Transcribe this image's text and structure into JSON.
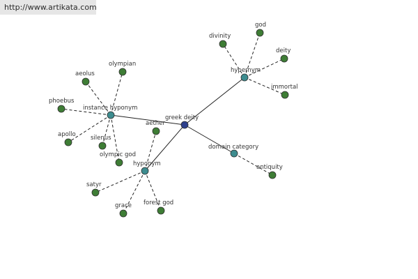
{
  "watermark": {
    "url": "http://www.artikata.com"
  },
  "colors": {
    "center": "#2d3f8c",
    "relation": "#3d8c8f",
    "leaf": "#3e7d35",
    "edge": "#222222"
  },
  "graph": {
    "nodes": [
      {
        "id": "greek-deity",
        "label": "greek deity",
        "kind": "center"
      },
      {
        "id": "hypernym",
        "label": "hypernym",
        "kind": "relation"
      },
      {
        "id": "instance-hyponym",
        "label": "instance hyponym",
        "kind": "relation"
      },
      {
        "id": "hyponym",
        "label": "hyponym",
        "kind": "relation"
      },
      {
        "id": "domain-category",
        "label": "domain category",
        "kind": "relation"
      },
      {
        "id": "divinity",
        "label": "divinity",
        "kind": "leaf"
      },
      {
        "id": "god",
        "label": "god",
        "kind": "leaf"
      },
      {
        "id": "deity",
        "label": "deity",
        "kind": "leaf"
      },
      {
        "id": "immortal",
        "label": "immortal",
        "kind": "leaf"
      },
      {
        "id": "olympian",
        "label": "olympian",
        "kind": "leaf"
      },
      {
        "id": "aeolus",
        "label": "aeolus",
        "kind": "leaf"
      },
      {
        "id": "phoebus",
        "label": "phoebus",
        "kind": "leaf"
      },
      {
        "id": "apollo",
        "label": "apollo",
        "kind": "leaf"
      },
      {
        "id": "silenus",
        "label": "silenus",
        "kind": "leaf"
      },
      {
        "id": "olympic-god",
        "label": "olympic god",
        "kind": "leaf"
      },
      {
        "id": "aether",
        "label": "aether",
        "kind": "leaf"
      },
      {
        "id": "satyr",
        "label": "satyr",
        "kind": "leaf"
      },
      {
        "id": "grace",
        "label": "grace",
        "kind": "leaf"
      },
      {
        "id": "forest-god",
        "label": "forest god",
        "kind": "leaf"
      },
      {
        "id": "antiquity",
        "label": "antiquity",
        "kind": "leaf"
      }
    ],
    "edges": [
      {
        "from": "greek-deity",
        "to": "hypernym",
        "style": "solid"
      },
      {
        "from": "greek-deity",
        "to": "instance-hyponym",
        "style": "solid"
      },
      {
        "from": "greek-deity",
        "to": "hyponym",
        "style": "solid"
      },
      {
        "from": "greek-deity",
        "to": "domain-category",
        "style": "solid"
      },
      {
        "from": "hypernym",
        "to": "divinity",
        "style": "dashed"
      },
      {
        "from": "hypernym",
        "to": "god",
        "style": "dashed"
      },
      {
        "from": "hypernym",
        "to": "deity",
        "style": "dashed"
      },
      {
        "from": "hypernym",
        "to": "immortal",
        "style": "dashed"
      },
      {
        "from": "instance-hyponym",
        "to": "olympian",
        "style": "dashed"
      },
      {
        "from": "instance-hyponym",
        "to": "aeolus",
        "style": "dashed"
      },
      {
        "from": "instance-hyponym",
        "to": "phoebus",
        "style": "dashed"
      },
      {
        "from": "instance-hyponym",
        "to": "apollo",
        "style": "dashed"
      },
      {
        "from": "instance-hyponym",
        "to": "silenus",
        "style": "dashed"
      },
      {
        "from": "instance-hyponym",
        "to": "olympic-god",
        "style": "dashed"
      },
      {
        "from": "hyponym",
        "to": "aether",
        "style": "dashed"
      },
      {
        "from": "hyponym",
        "to": "satyr",
        "style": "dashed"
      },
      {
        "from": "hyponym",
        "to": "grace",
        "style": "dashed"
      },
      {
        "from": "hyponym",
        "to": "forest-god",
        "style": "dashed"
      },
      {
        "from": "domain-category",
        "to": "antiquity",
        "style": "dashed"
      }
    ]
  }
}
